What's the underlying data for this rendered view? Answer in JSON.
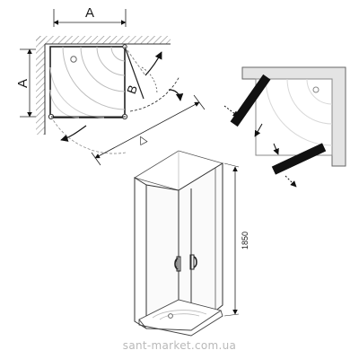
{
  "top_plan": {
    "width_label": "A",
    "depth_label": "A",
    "door_label": "B",
    "diagonal_label": "△"
  },
  "elevation": {
    "height_label": "1850"
  },
  "footer": {
    "watermark": "sant-market.com.ua"
  },
  "colors": {
    "ink": "#1a1a1a",
    "wall_hatch": "#8a8a8a",
    "wall_fill": "#e4e4e4",
    "door_bar": "#111111",
    "watermark": "#b9b9b9"
  }
}
